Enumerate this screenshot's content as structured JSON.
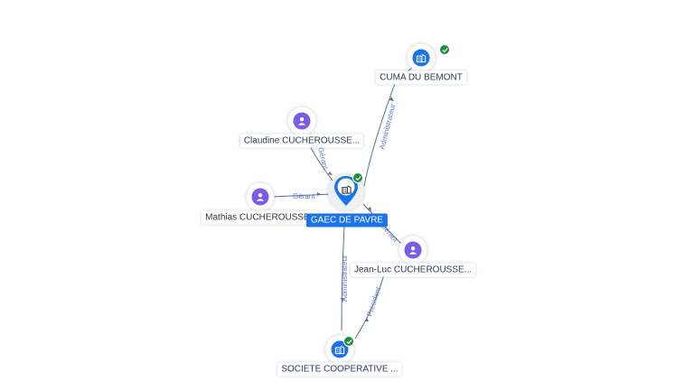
{
  "colors": {
    "person": "#7b5ce6",
    "company": "#1a73e8",
    "active_check": "#1e8e3e",
    "edge": "#5a6f87",
    "edge_label": "#6b78c9"
  },
  "nodes": [
    {
      "id": "gaec",
      "type": "company-main",
      "label": "GAEC DE PAVRE",
      "icon": "building-icon",
      "active": true
    },
    {
      "id": "cuma",
      "type": "company",
      "label": "CUMA DU BEMONT",
      "icon": "building-icon",
      "active": true
    },
    {
      "id": "claudine",
      "type": "person",
      "label": "Claudine CUCHEROUSSE...",
      "icon": "person-icon"
    },
    {
      "id": "mathias",
      "type": "person",
      "label": "Mathias CUCHEROUSSET",
      "icon": "person-icon"
    },
    {
      "id": "jeanluc",
      "type": "person",
      "label": "Jean-Luc CUCHEROUSSE...",
      "icon": "person-icon"
    },
    {
      "id": "societe",
      "type": "company",
      "label": "SOCIETE COOPERATIVE ...",
      "icon": "building-icon",
      "active": true
    }
  ],
  "edges": [
    {
      "id": "e1",
      "from": "gaec",
      "to": "cuma",
      "label": "Administrateur"
    },
    {
      "id": "e2",
      "from": "claudine",
      "to": "gaec",
      "label": "Gérant"
    },
    {
      "id": "e3",
      "from": "mathias",
      "to": "gaec",
      "label": "Gérant"
    },
    {
      "id": "e4",
      "from": "jeanluc",
      "to": "gaec",
      "label": "Gérant"
    },
    {
      "id": "e5",
      "from": "gaec",
      "to": "societe",
      "label": "Administrateur"
    },
    {
      "id": "e6",
      "from": "jeanluc",
      "to": "societe",
      "label": "Président"
    }
  ]
}
